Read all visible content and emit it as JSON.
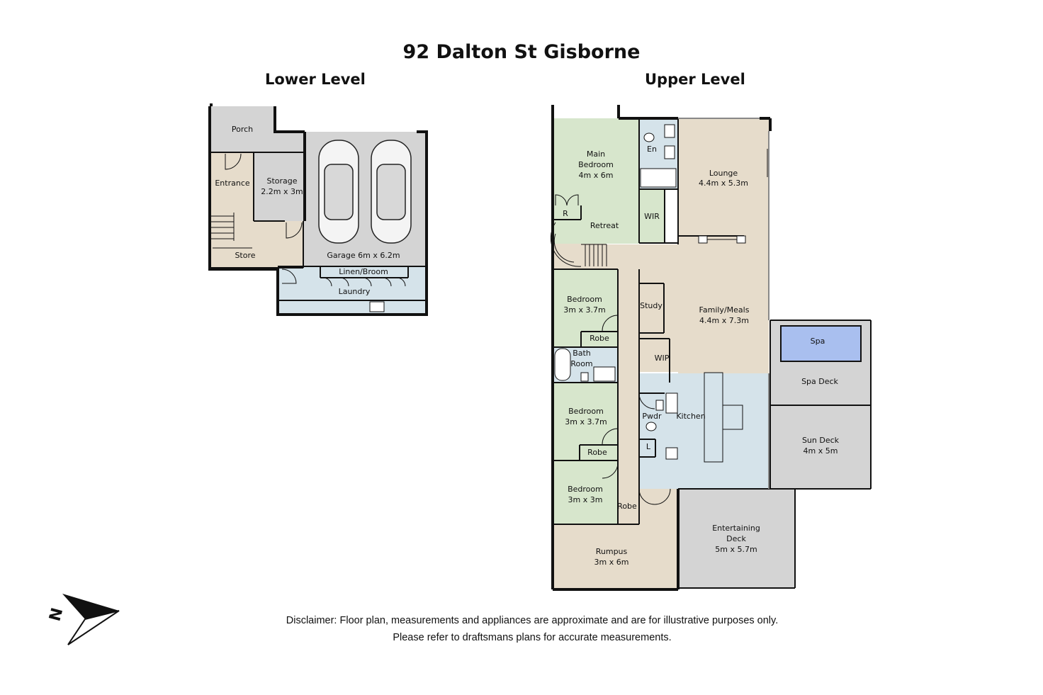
{
  "title": "92 Dalton St Gisborne",
  "levels": {
    "lower": "Lower Level",
    "upper": "Upper Level"
  },
  "rooms": {
    "porch": "Porch",
    "entrance": "Entrance",
    "storage_name": "Storage",
    "storage_size": "2.2m x 3m",
    "store": "Store",
    "garage": "Garage 6m x 6.2m",
    "linen": "Linen/Broom",
    "laundry": "Laundry",
    "main_bed_1": "Main",
    "main_bed_2": "Bedroom",
    "main_bed_size": "4m x 6m",
    "en": "En",
    "r": "R",
    "retreat": "Retreat",
    "wir": "WIR",
    "lounge_name": "Lounge",
    "lounge_size": "4.4m x 5.3m",
    "bed2_name": "Bedroom",
    "bed2_size": "3m x 3.7m",
    "robe1": "Robe",
    "study": "Study",
    "family_name": "Family/Meals",
    "family_size": "4.4m x 7.3m",
    "bath_1": "Bath",
    "bath_2": "Room",
    "wip": "WIP",
    "spa": "Spa",
    "spa_deck": "Spa Deck",
    "bed3_name": "Bedroom",
    "bed3_size": "3m x 3.7m",
    "pwdr": "Pwdr",
    "kitchen": "Kitchen",
    "sun_deck_name": "Sun Deck",
    "sun_deck_size": "4m x 5m",
    "robe2": "Robe",
    "l": "L",
    "bed4_name": "Bedroom",
    "bed4_size": "3m x 3m",
    "robe3": "Robe",
    "ent_1": "Entertaining",
    "ent_2": "Deck",
    "ent_size": "5m x 5.7m",
    "rumpus_name": "Rumpus",
    "rumpus_size": "3m x 6m"
  },
  "compass_label": "N",
  "disclaimer": {
    "line1": "Disclaimer: Floor plan, measurements and appliances are approximate and are for illustrative purposes only.",
    "line2": "Please refer to draftsmans plans for accurate measurements."
  },
  "colors": {
    "grey": "#d4d4d4",
    "tan": "#e6dccb",
    "green": "#d7e6cc",
    "blue": "#d5e3ea",
    "spa_water": "#a9bfef",
    "wall": "#111111"
  }
}
